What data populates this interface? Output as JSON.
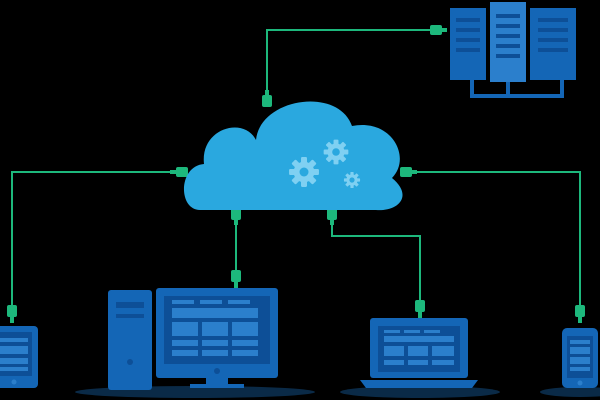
{
  "colors": {
    "background": "#000000",
    "cloud": "#2aa8df",
    "cloud_gear": "#7fd0f2",
    "connector": "#1db87c",
    "device_dark": "#0d4f97",
    "device": "#1466b6",
    "device_light": "#2b7fcc",
    "shadow": "#0a2a47"
  },
  "nodes": [
    {
      "name": "cloud-server",
      "icon": "cloud-with-gears-icon"
    },
    {
      "name": "server-rack",
      "icon": "server-rack-icon"
    },
    {
      "name": "tablet-left",
      "icon": "tablet-icon"
    },
    {
      "name": "desktop-computer",
      "icon": "desktop-computer-icon"
    },
    {
      "name": "laptop",
      "icon": "laptop-icon"
    },
    {
      "name": "smartphone-right",
      "icon": "smartphone-icon"
    }
  ],
  "connections": [
    {
      "from": "cloud-server",
      "to": "server-rack"
    },
    {
      "from": "cloud-server",
      "to": "tablet-left"
    },
    {
      "from": "cloud-server",
      "to": "desktop-computer"
    },
    {
      "from": "cloud-server",
      "to": "laptop"
    },
    {
      "from": "cloud-server",
      "to": "smartphone-right"
    }
  ]
}
